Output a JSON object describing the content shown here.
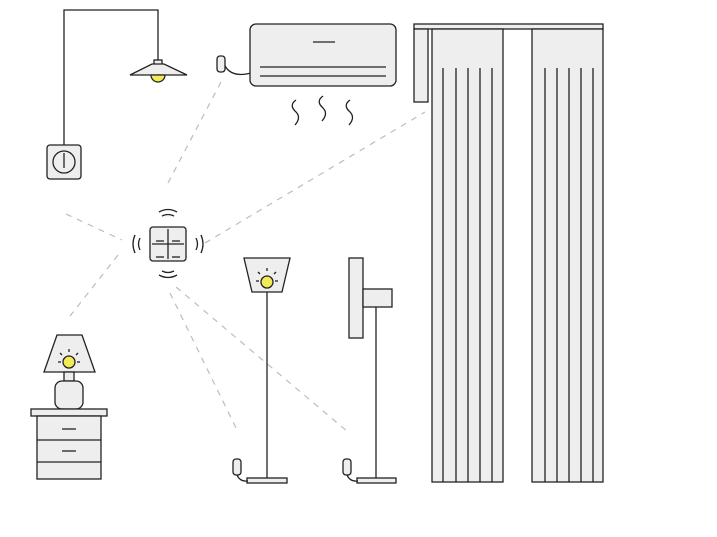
{
  "colors": {
    "stroke": "#222222",
    "panel_fill": "#eeeeee",
    "bulb_glow": "#f2ea57",
    "signal_line": "#bdbdbd",
    "background": "#ffffff"
  },
  "devices": [
    {
      "name": "ceiling-lamp",
      "icon": "pendant-lamp-icon"
    },
    {
      "name": "wall-switch",
      "icon": "rotary-switch-icon"
    },
    {
      "name": "air-conditioner",
      "icon": "air-conditioner-icon"
    },
    {
      "name": "smart-wireless-switch",
      "icon": "four-gang-wireless-switch-icon"
    },
    {
      "name": "table-lamp",
      "icon": "table-lamp-icon"
    },
    {
      "name": "bedside-cabinet",
      "icon": "nightstand-icon"
    },
    {
      "name": "floor-lamp",
      "icon": "floor-lamp-icon"
    },
    {
      "name": "fan",
      "icon": "standing-fan-icon"
    },
    {
      "name": "curtains",
      "icon": "motorized-curtain-icon"
    }
  ],
  "connections": [
    "wireless-switch-to-ac-plug",
    "wireless-switch-to-curtain-motor",
    "wireless-switch-to-wall-switch",
    "wireless-switch-to-table-lamp",
    "wireless-switch-to-floor-lamp-plug",
    "wireless-switch-to-fan-plug"
  ]
}
